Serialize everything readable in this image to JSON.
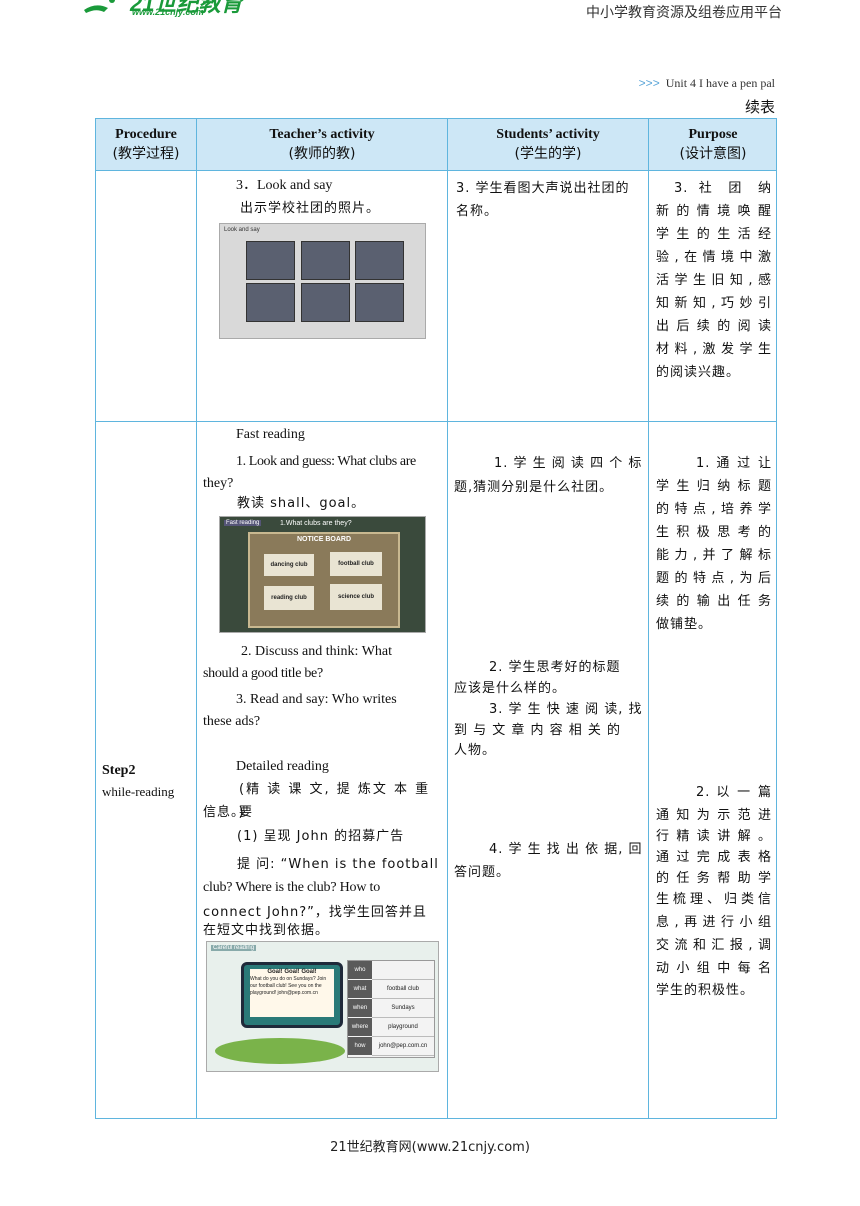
{
  "header": {
    "logo_text": "21世纪教育",
    "logo_url": "www.21cnjy.com",
    "site_label": "中小学教育资源及组卷应用平台",
    "unit_arrows": ">>>",
    "unit_label": "Unit 4    I  have  a pen pal",
    "continued_label": "续表"
  },
  "table": {
    "columns": [
      {
        "en": "Procedure",
        "cn": "(教学过程)"
      },
      {
        "en": "Teacher’s activity",
        "cn": "(教师的教)"
      },
      {
        "en": "Students’ activity",
        "cn": "(学生的学)"
      },
      {
        "en": "Purpose",
        "cn": "(设计意图)"
      }
    ],
    "row1": {
      "teacher": {
        "item": "3．Look and say",
        "text": "出示学校社团的照片。",
        "image_tag": "Look and say"
      },
      "students": "3. 学生看图大声说出社团的名称。",
      "purpose": [
        "3. 社 团 纳",
        "新的情境唤醒",
        "学生的生活经",
        "验,在情境中激",
        "活学生旧知,感",
        "知新知,巧妙引",
        "出后续的阅读",
        "材料,激发学生",
        "的阅读兴趣。"
      ]
    },
    "row2": {
      "procedure_title": "Step2",
      "procedure_sub": "while-reading",
      "teacher": {
        "fast_reading": "Fast reading",
        "q1_line1": "1. Look and guess: What clubs are",
        "q1_line2": "they?",
        "q1_note": "教读 shall、goal。",
        "board": {
          "tag": "Fast reading",
          "question": "1.What clubs are they?",
          "title": "NOTICE BOARD",
          "notes": [
            "dancing club",
            "football club",
            "reading club",
            "science club"
          ]
        },
        "q2_line1": "2. Discuss and think: What",
        "q2_line2": "should a good title be?",
        "q3_line1": "3. Read and say: Who writes",
        "q3_line2": "these ads?",
        "detailed_reading": "Detailed reading",
        "detail_note_1": "(精 读 课 文, 提 炼文 本 重 要",
        "detail_note_2": "信息。)",
        "d1": "(1) 呈现 John 的招募广告",
        "d2": "提 问: “When is the football",
        "d3": "club? Where is the club? How to",
        "d4": "connect John?”，找学生回答并且",
        "d5": "在短文中找到依据。",
        "careful": {
          "tag": "Careful reading",
          "ad_title": "Goal! Goal! Goal!",
          "ad_text": "What do you do on Sundays? Join our football club! See you on the playground! john@pep.com.cn",
          "rows": [
            {
              "k": "who",
              "v": ""
            },
            {
              "k": "what",
              "v": "football club"
            },
            {
              "k": "when",
              "v": "Sundays"
            },
            {
              "k": "where",
              "v": "playground"
            },
            {
              "k": "how",
              "v": "john@pep.com.cn"
            }
          ]
        }
      },
      "students": {
        "s1": "1. 学 生 阅 读 四 个 标",
        "s1b": "题,猜测分别是什么社团。",
        "s2": "2. 学生思考好的标题",
        "s2b": "应该是什么样的。",
        "s3": "3. 学 生 快 速 阅 读, 找",
        "s3b": "到 与 文 章 内 容 相 关 的",
        "s3c": "人物。",
        "s4": "4. 学 生 找 出 依 据, 回",
        "s4b": "答问题。"
      },
      "purpose1": [
        "1. 通 过 让",
        "学生归纳标题",
        "的特点,培养学",
        "生积极思考的",
        "能力,并了解标",
        "题的特点,为后",
        "续的输出任务",
        "做铺垫。"
      ],
      "purpose2": [
        "2. 以 一 篇",
        "通知为示范进",
        "行精读讲解。",
        "通过完成表格",
        "的任务帮助学",
        "生梳理、归类信",
        "息,再进行小组",
        "交流和汇报,调",
        "动小组中每名",
        "学生的积极性。"
      ]
    }
  },
  "footer": "21世纪教育网(www.21cnjy.com)"
}
